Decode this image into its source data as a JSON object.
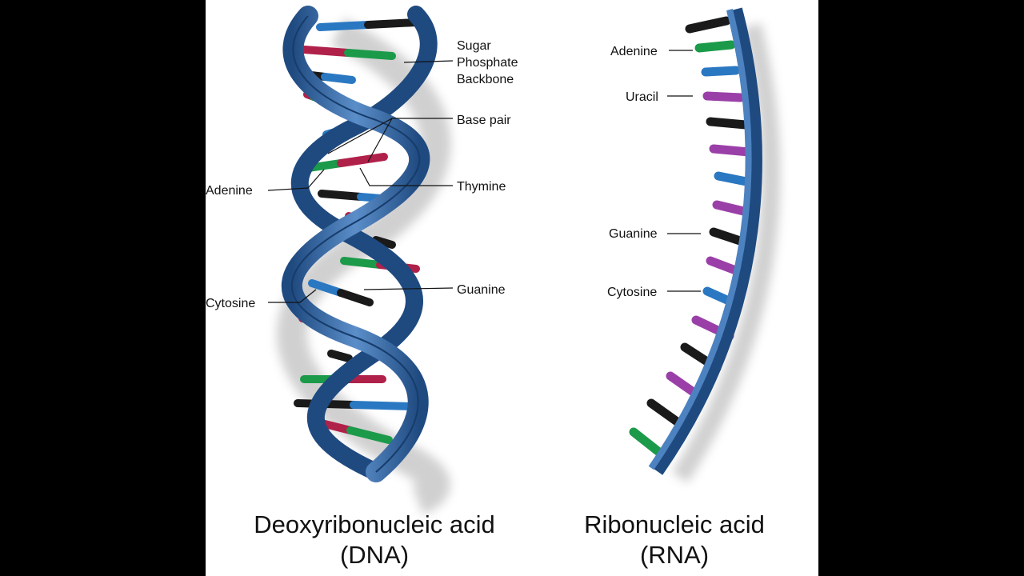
{
  "dna": {
    "labels": {
      "sugar_backbone": [
        "Sugar",
        "Phosphate",
        "Backbone"
      ],
      "base_pair": "Base pair",
      "thymine": "Thymine",
      "adenine": "Adenine",
      "cytosine": "Cytosine",
      "guanine": "Guanine"
    },
    "caption": [
      "Deoxyribonucleic acid",
      "(DNA)"
    ]
  },
  "rna": {
    "labels": {
      "adenine": "Adenine",
      "uracil": "Uracil",
      "guanine": "Guanine",
      "cytosine": "Cytosine"
    },
    "caption": [
      "Ribonucleic acid",
      "(RNA)"
    ]
  },
  "colors": {
    "backbone": "#3a6fae",
    "backbone_dark": "#1f4a80",
    "adenine": "#1b9a4a",
    "thymine": "#b0214a",
    "guanine": "#1a1a1a",
    "cytosine": "#2a78c2",
    "uracil": "#9a3fa8"
  }
}
